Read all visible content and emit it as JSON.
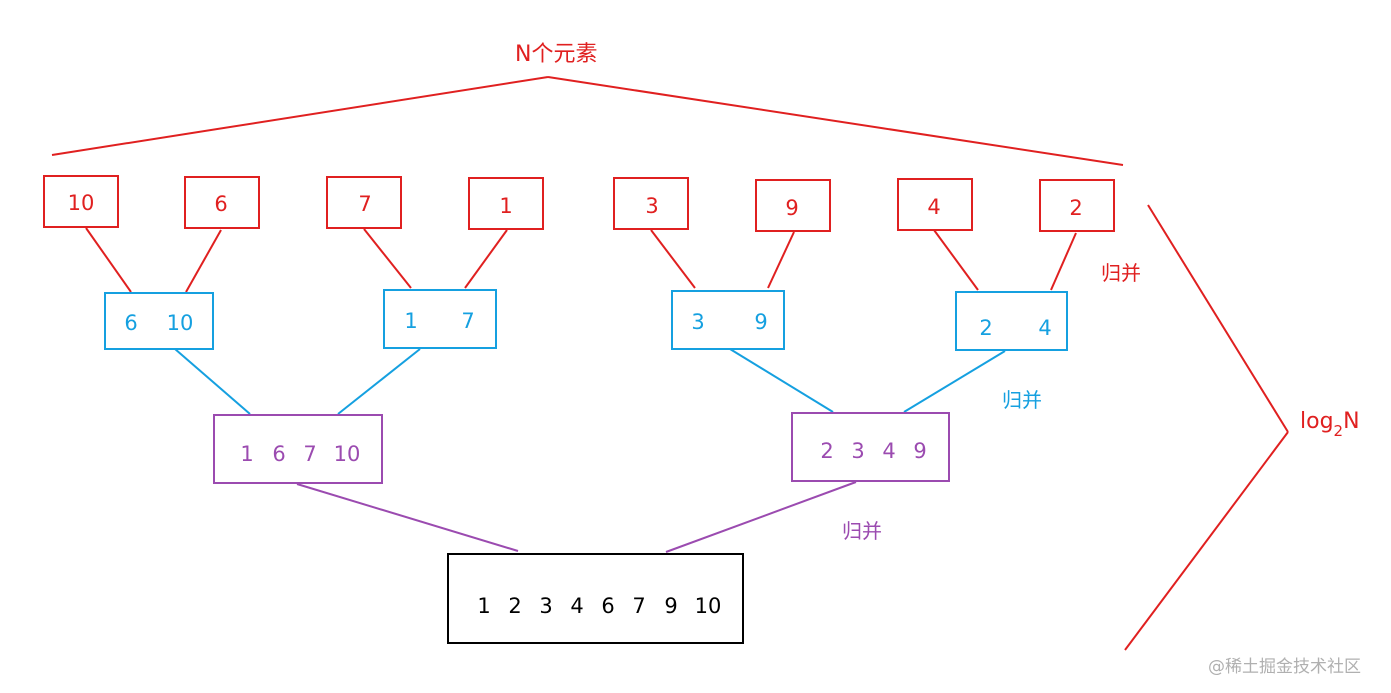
{
  "title": "N个元素",
  "merge_label": "归并",
  "log_label": {
    "base_text": "log",
    "sub": "2",
    "tail": "N"
  },
  "watermark": "@稀土掘金技术社区",
  "levels": {
    "leaves": [
      "10",
      "6",
      "7",
      "1",
      "3",
      "9",
      "4",
      "2"
    ],
    "pairs": [
      [
        "6",
        "10"
      ],
      [
        "1",
        "7"
      ],
      [
        "3",
        "9"
      ],
      [
        "2",
        "4"
      ]
    ],
    "quads": [
      [
        "1",
        "6",
        "7",
        "10"
      ],
      [
        "2",
        "3",
        "4",
        "9"
      ]
    ],
    "final": [
      "1",
      "2",
      "3",
      "4",
      "6",
      "7",
      "9",
      "10"
    ]
  },
  "colors": {
    "leaves": "#e02020",
    "pairs": "#15a0e0",
    "quads": "#9b4bb0",
    "final": "#000000"
  }
}
